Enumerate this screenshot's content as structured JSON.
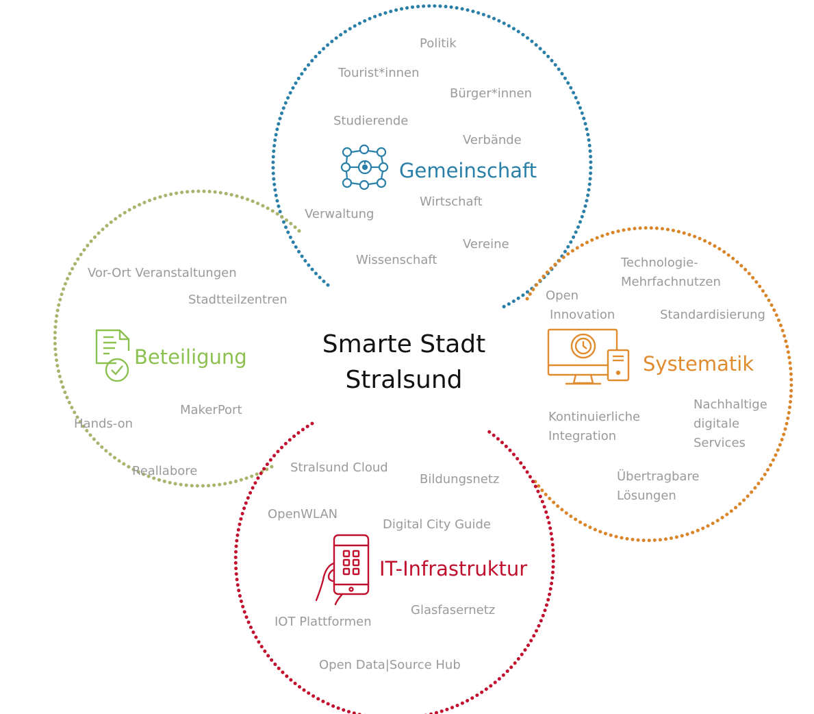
{
  "center": {
    "line1": "Smarte Stadt",
    "line2": "Stralsund"
  },
  "colors": {
    "gemeinschaft": "#2a7fa8",
    "beteiligung": "#8cc04f",
    "systematik": "#e08b2e",
    "infrastruktur": "#c0102e",
    "label": "#9a9a9a",
    "beteiligung_ring": "#a9b36b",
    "systematik_ring": "#d9852a"
  },
  "gemeinschaft": {
    "title": "Gemeinschaft",
    "icon": "network-people-icon",
    "items": {
      "politik": "Politik",
      "touristen": "Tourist*innen",
      "buerger": "Bürger*innen",
      "studierende": "Studierende",
      "verbaende": "Verbände",
      "wirtschaft": "Wirtschaft",
      "verwaltung": "Verwaltung",
      "vereine": "Vereine",
      "wissenschaft": "Wissenschaft"
    }
  },
  "beteiligung": {
    "title": "Beteiligung",
    "icon": "checklist-document-icon",
    "items": {
      "vorort": "Vor-Ort Veranstaltungen",
      "stadtteil": "Stadtteilzentren",
      "handson": "Hands-on",
      "makerport": "MakerPort",
      "reallabore": "Reallabore"
    }
  },
  "systematik": {
    "title": "Systematik",
    "icon": "computer-clock-icon",
    "items": {
      "technologie_1": "Technologie-",
      "technologie_2": "Mehrfachnutzen",
      "open_1": "Open",
      "open_2": "Innovation",
      "standard": "Standardisierung",
      "kont_1": "Kontinuierliche",
      "kont_2": "Integration",
      "nach_1": "Nachhaltige",
      "nach_2": "digitale",
      "nach_3": "Services",
      "ueber_1": "Übertragbare",
      "ueber_2": "Lösungen"
    }
  },
  "infrastruktur": {
    "title": "IT-Infrastruktur",
    "icon": "smartphone-hand-icon",
    "items": {
      "cloud": "Stralsund Cloud",
      "bildung": "Bildungsnetz",
      "wlan": "OpenWLAN",
      "guide": "Digital City Guide",
      "glasfaser": "Glasfasernetz",
      "iot": "IOT Plattformen",
      "opendata": "Open Data|Source Hub"
    }
  }
}
